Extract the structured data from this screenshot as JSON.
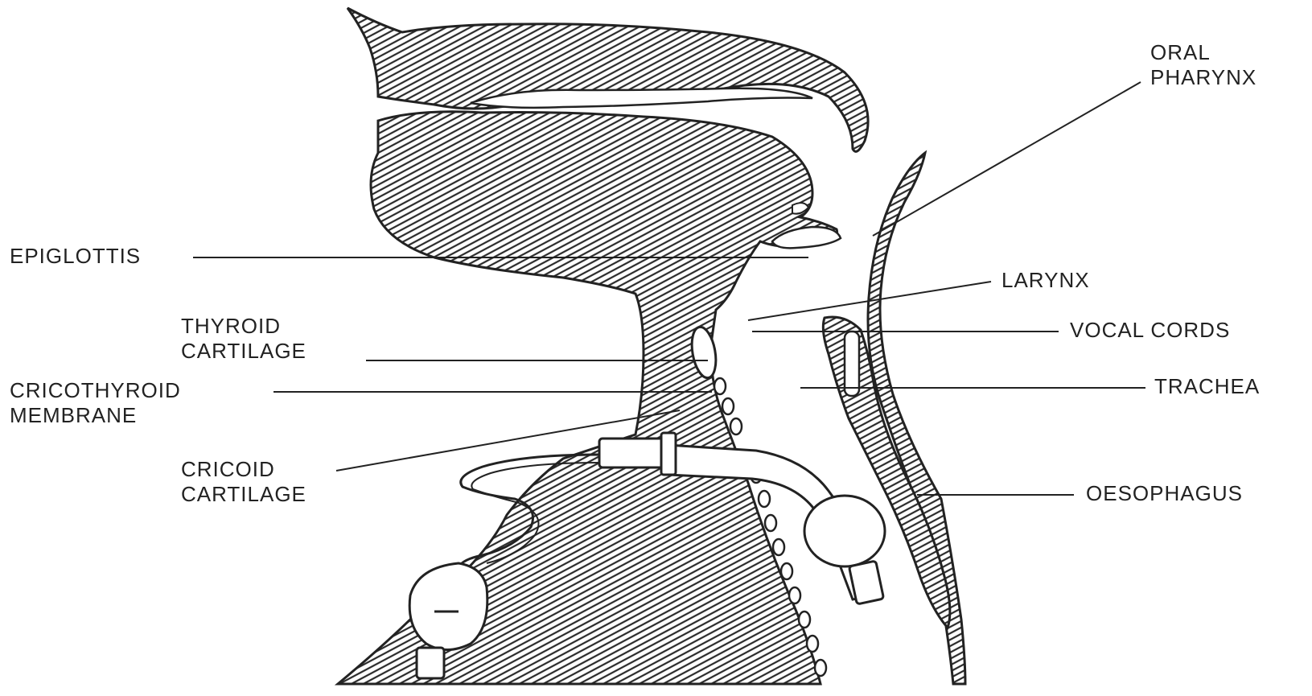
{
  "diagram": {
    "labels": {
      "epiglottis": "EPIGLOTTIS",
      "thyroid_cartilage": [
        "THYROID",
        "CARTILAGE"
      ],
      "cricothyroid_membrane": [
        "CRICOTHYROID",
        "MEMBRANE"
      ],
      "cricoid_cartilage": [
        "CRICOID",
        "CARTILAGE"
      ],
      "oral_pharynx": [
        "ORAL",
        "PHARYNX"
      ],
      "larynx": "LARYNX",
      "vocal_cords": "VOCAL CORDS",
      "trachea": "TRACHEA",
      "oesophagus": "OESOPHAGUS"
    },
    "colors": {
      "ink": "#222222",
      "background": "#ffffff",
      "hatch": "#2a2a2a"
    }
  }
}
